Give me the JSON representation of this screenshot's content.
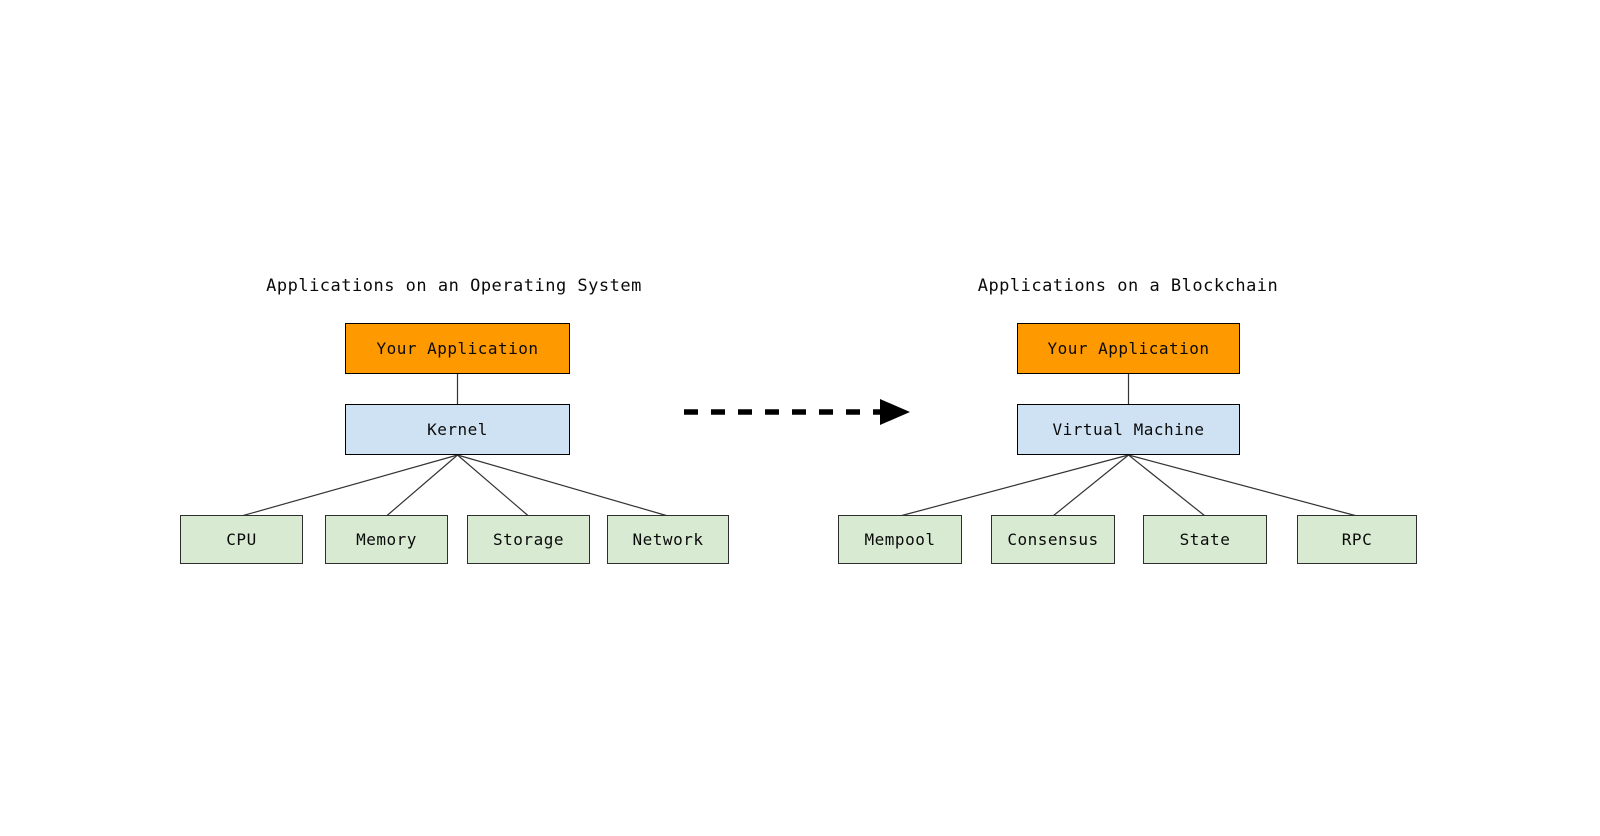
{
  "colors": {
    "app_fill": "#FF9900",
    "platform_fill": "#CFE2F3",
    "leaf_fill": "#D9EAD3",
    "box_border": "#000000",
    "connector_line": "#333333",
    "arrow": "#000000",
    "background": "#FFFFFF",
    "text": "#0A0A0A"
  },
  "left_diagram": {
    "title": "Applications on an Operating System",
    "top_box": "Your Application",
    "middle_box": "Kernel",
    "leaves": [
      "CPU",
      "Memory",
      "Storage",
      "Network"
    ]
  },
  "right_diagram": {
    "title": "Applications on a Blockchain",
    "top_box": "Your Application",
    "middle_box": "Virtual Machine",
    "leaves": [
      "Mempool",
      "Consensus",
      "State",
      "RPC"
    ]
  }
}
